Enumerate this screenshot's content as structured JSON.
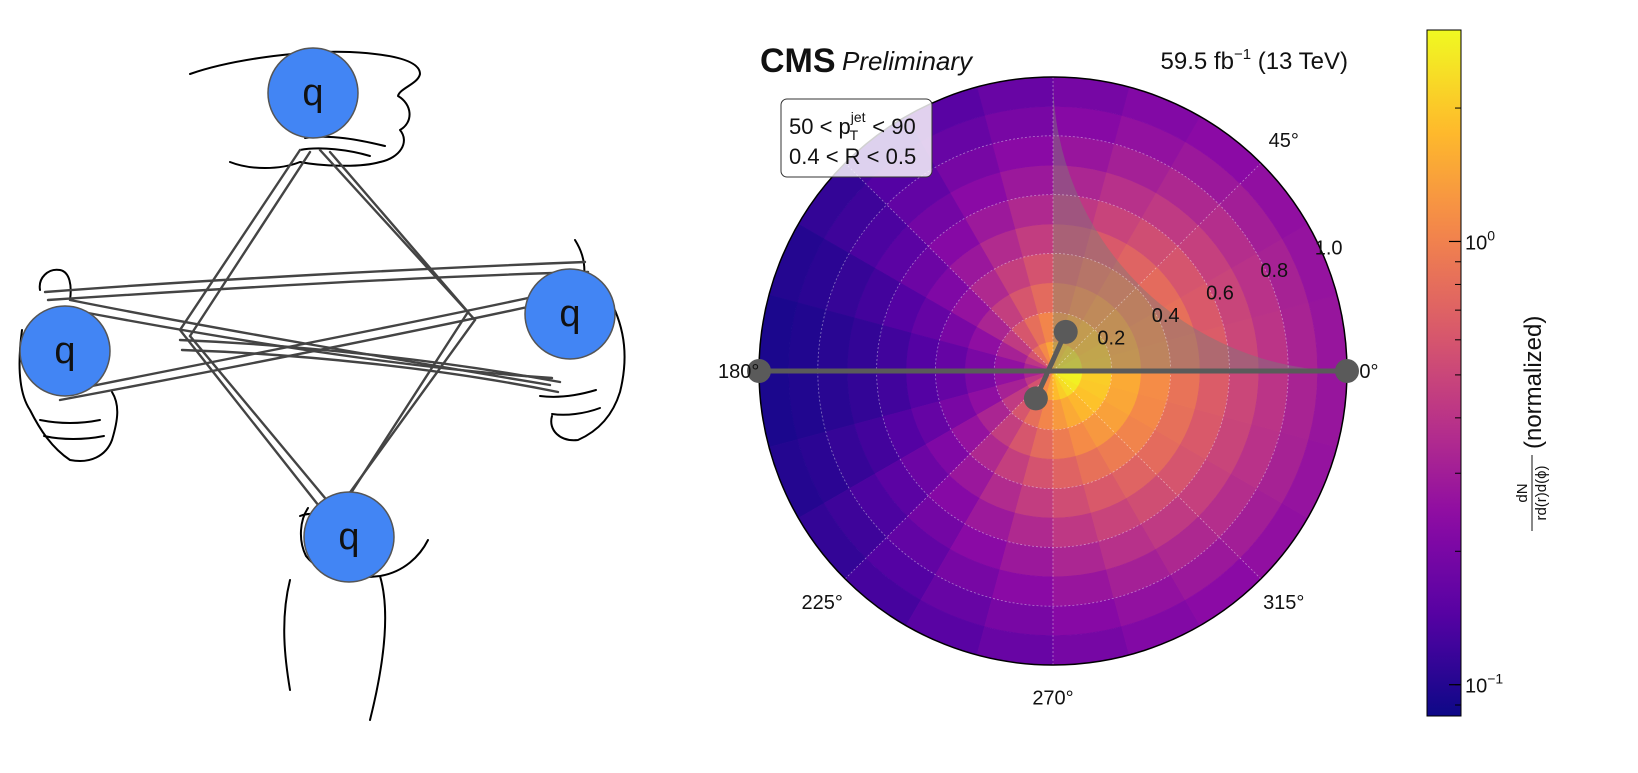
{
  "illustration": {
    "quark_label": "q",
    "quark_color": "#4285f4"
  },
  "header": {
    "experiment": "CMS",
    "status": "Preliminary",
    "luminosity": "59.5 fb",
    "lumi_exponent": "−1",
    "energy": "(13 TeV)"
  },
  "legend_box": {
    "pt_low": "50 < p",
    "pt_sub": "T",
    "pt_sup": "jet",
    "pt_high": " < 90",
    "r_range": "0.4 < R < 0.5"
  },
  "colorbar": {
    "label_num": "dN",
    "label_den": "rd(r)d(ϕ)",
    "label_suffix": "(normalized)",
    "ticks": [
      {
        "base": "10",
        "exp": "0",
        "value": 1.0
      },
      {
        "base": "10",
        "exp": "−1",
        "value": 0.1
      }
    ],
    "vmin": 0.085,
    "vmax": 3.0,
    "colormap": "plasma",
    "scale": "log"
  },
  "chart_data": {
    "type": "heatmap",
    "projection": "polar",
    "r_ticks": [
      "0.2",
      "0.4",
      "0.6",
      "0.8",
      "1.0"
    ],
    "r_tick_values": [
      0.2,
      0.4,
      0.6,
      0.8,
      1.0
    ],
    "angle_ticks": [
      "0°",
      "45°",
      "180°",
      "225°",
      "270°",
      "315°"
    ],
    "angle_tick_values": [
      0,
      45,
      180,
      225,
      270,
      315
    ],
    "r_max": 1.0,
    "r_bins": 10,
    "phi_bins": 24,
    "density_scale": 2.8,
    "density_decay": 0.27,
    "density_floor": 0.085,
    "highlighted_quadrant_deg": [
      0,
      90
    ],
    "overlay_alpha_other_quadrants": 0.45,
    "overlay_color": "#7a7a7a",
    "axis_markers": [
      {
        "r": 1.0,
        "phi": 0
      },
      {
        "r": 1.0,
        "phi": 180
      }
    ],
    "subjet_markers": [
      {
        "r": 0.14,
        "phi": 72
      },
      {
        "r": 0.11,
        "phi": 238
      }
    ],
    "grid": true,
    "marker_color": "#5a5a5a"
  }
}
